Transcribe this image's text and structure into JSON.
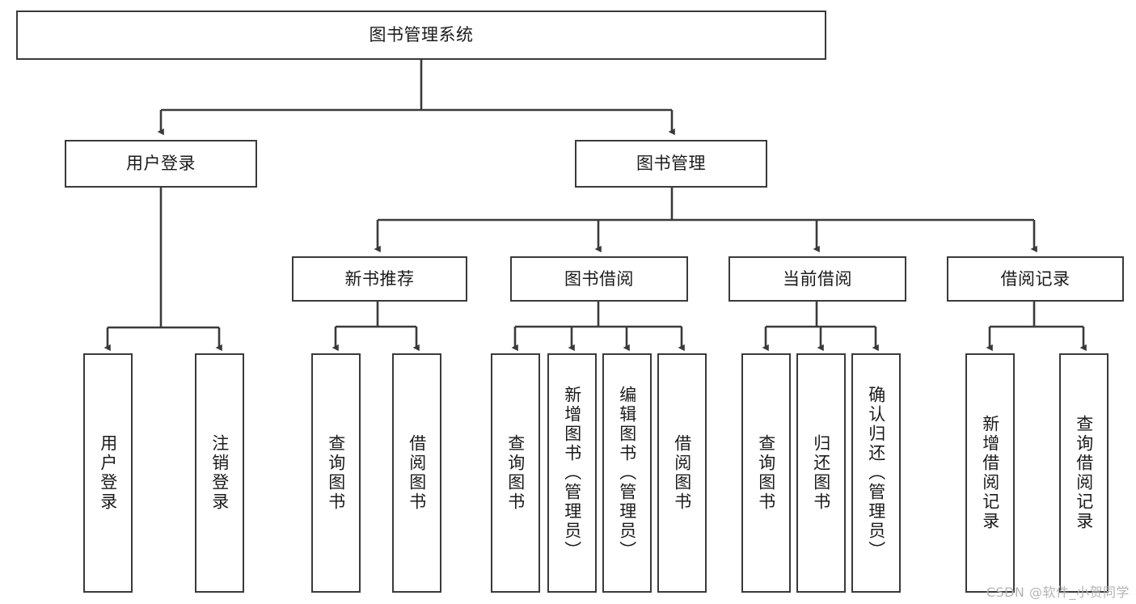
{
  "diagram": {
    "title": "图书管理系统",
    "type": "tree-hierarchy",
    "watermark": "CSDN @软件_小贺同学",
    "colors": {
      "background": "#ffffff",
      "node_border": "#3a3a3a",
      "node_fill": "#ffffff",
      "edge": "#3a3a3a",
      "text": "#1b1b1b",
      "watermark": "#b4b4b4"
    },
    "nodes": {
      "root": {
        "label": "图书管理系统"
      },
      "level2": [
        {
          "label": "用户登录"
        },
        {
          "label": "图书管理"
        }
      ],
      "level3": [
        {
          "label": "新书推荐"
        },
        {
          "label": "图书借阅"
        },
        {
          "label": "当前借阅"
        },
        {
          "label": "借阅记录"
        }
      ],
      "leaves_user_login": [
        {
          "label": "用户登录"
        },
        {
          "label": "注销登录"
        }
      ],
      "leaves_new_book": [
        {
          "label": "查询图书"
        },
        {
          "label": "借阅图书"
        }
      ],
      "leaves_borrow": [
        {
          "label": "查询图书"
        },
        {
          "label": "新增图书（管理员）"
        },
        {
          "label": "编辑图书（管理员）"
        },
        {
          "label": "借阅图书"
        }
      ],
      "leaves_current": [
        {
          "label": "查询图书"
        },
        {
          "label": "归还图书"
        },
        {
          "label": "确认归还（管理员）"
        }
      ],
      "leaves_records": [
        {
          "label": "新增借阅记录"
        },
        {
          "label": "查询借阅记录"
        }
      ]
    }
  }
}
